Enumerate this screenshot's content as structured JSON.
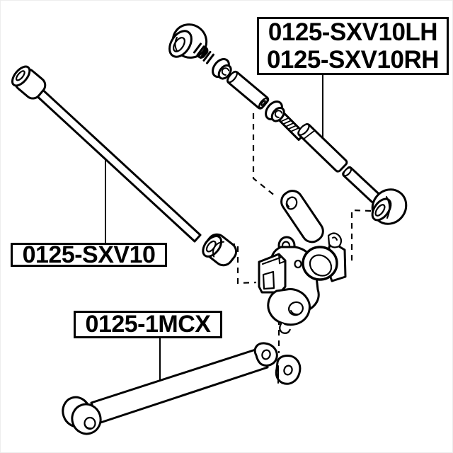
{
  "diagram": {
    "colors": {
      "background": "#ffffff",
      "line": "#000000",
      "label_border": "#000000",
      "label_text": "#000000"
    },
    "labels": {
      "box1": {
        "line1": "0125-SXV10LH",
        "line2": "0125-SXV10RH"
      },
      "box2": {
        "line1": "0125-SXV10"
      },
      "box3": {
        "line1": "0125-1MCX"
      }
    }
  }
}
